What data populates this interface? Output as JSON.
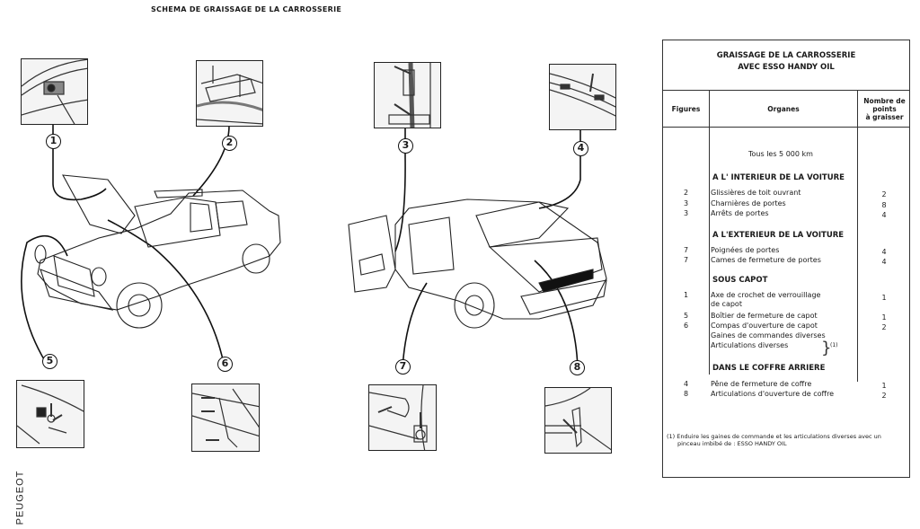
{
  "document": {
    "title": "SCHEMA DE GRAISSAGE DE LA CARROSSERIE",
    "brand": "PEUGEOT"
  },
  "callouts": [
    "1",
    "2",
    "3",
    "4",
    "5",
    "6",
    "7",
    "8"
  ],
  "detail_views": [
    {
      "id": "1",
      "subject": "Axe de crochet de verrouillage de capot"
    },
    {
      "id": "2",
      "subject": "Glissières de toit ouvrant"
    },
    {
      "id": "3",
      "subject": "Charnières / arrêts de portes"
    },
    {
      "id": "4",
      "subject": "Pêne de fermeture de coffre"
    },
    {
      "id": "5",
      "subject": "Boîtier de fermeture de capot"
    },
    {
      "id": "6",
      "subject": "Compas d'ouverture de capot"
    },
    {
      "id": "7",
      "subject": "Poignées / cames de portes"
    },
    {
      "id": "8",
      "subject": "Articulations d'ouverture de coffre"
    }
  ],
  "table": {
    "heading_line1": "GRAISSAGE DE LA CARROSSERIE",
    "heading_line2": "AVEC ESSO HANDY OIL",
    "columns": {
      "figures": "Figures",
      "organes": "Organes",
      "nombre_l1": "Nombre de",
      "nombre_l2": "points",
      "nombre_l3": "à graisser"
    },
    "interval": "Tous les 5 000 km",
    "sections": [
      {
        "title": "A L' INTERIEUR DE LA VOITURE",
        "rows": [
          {
            "fig": "2",
            "organe": "Glissières de toit ouvrant",
            "points": "2"
          },
          {
            "fig": "3",
            "organe": "Charnières de portes",
            "points": "8"
          },
          {
            "fig": "3",
            "organe": "Arrêts de portes",
            "points": "4"
          }
        ]
      },
      {
        "title": "A L'EXTERIEUR DE LA VOITURE",
        "rows": [
          {
            "fig": "7",
            "organe": "Poignées de portes",
            "points": "4"
          },
          {
            "fig": "7",
            "organe": "Cames de fermeture de portes",
            "points": "4"
          }
        ]
      },
      {
        "title": "SOUS CAPOT",
        "rows": [
          {
            "fig": "1",
            "organe": "Axe de crochet de verrouillage",
            "organe2": "de capot",
            "points": "1"
          },
          {
            "fig": "5",
            "organe": "Boîtier de fermeture de capot",
            "points": "1"
          },
          {
            "fig": "6",
            "organe": "Compas d'ouverture de capot",
            "points": "2"
          },
          {
            "fig": "",
            "organe": "Gaines de commandes diverses",
            "points": ""
          },
          {
            "fig": "",
            "organe": "Articulations diverses",
            "points": ""
          }
        ],
        "brace_note": "(1)"
      },
      {
        "title": "DANS LE COFFRE ARRIERE",
        "rows": [
          {
            "fig": "4",
            "organe": "Pêne de fermeture de coffre",
            "points": "1"
          },
          {
            "fig": "8",
            "organe": "Articulations d'ouverture de coffre",
            "points": "2"
          }
        ]
      }
    ],
    "footnote_l1": "(1)  Enduire les gaines de commande et les articulations diverses avec un",
    "footnote_l2": "pinceau imbibé de : ESSO HANDY OIL"
  }
}
